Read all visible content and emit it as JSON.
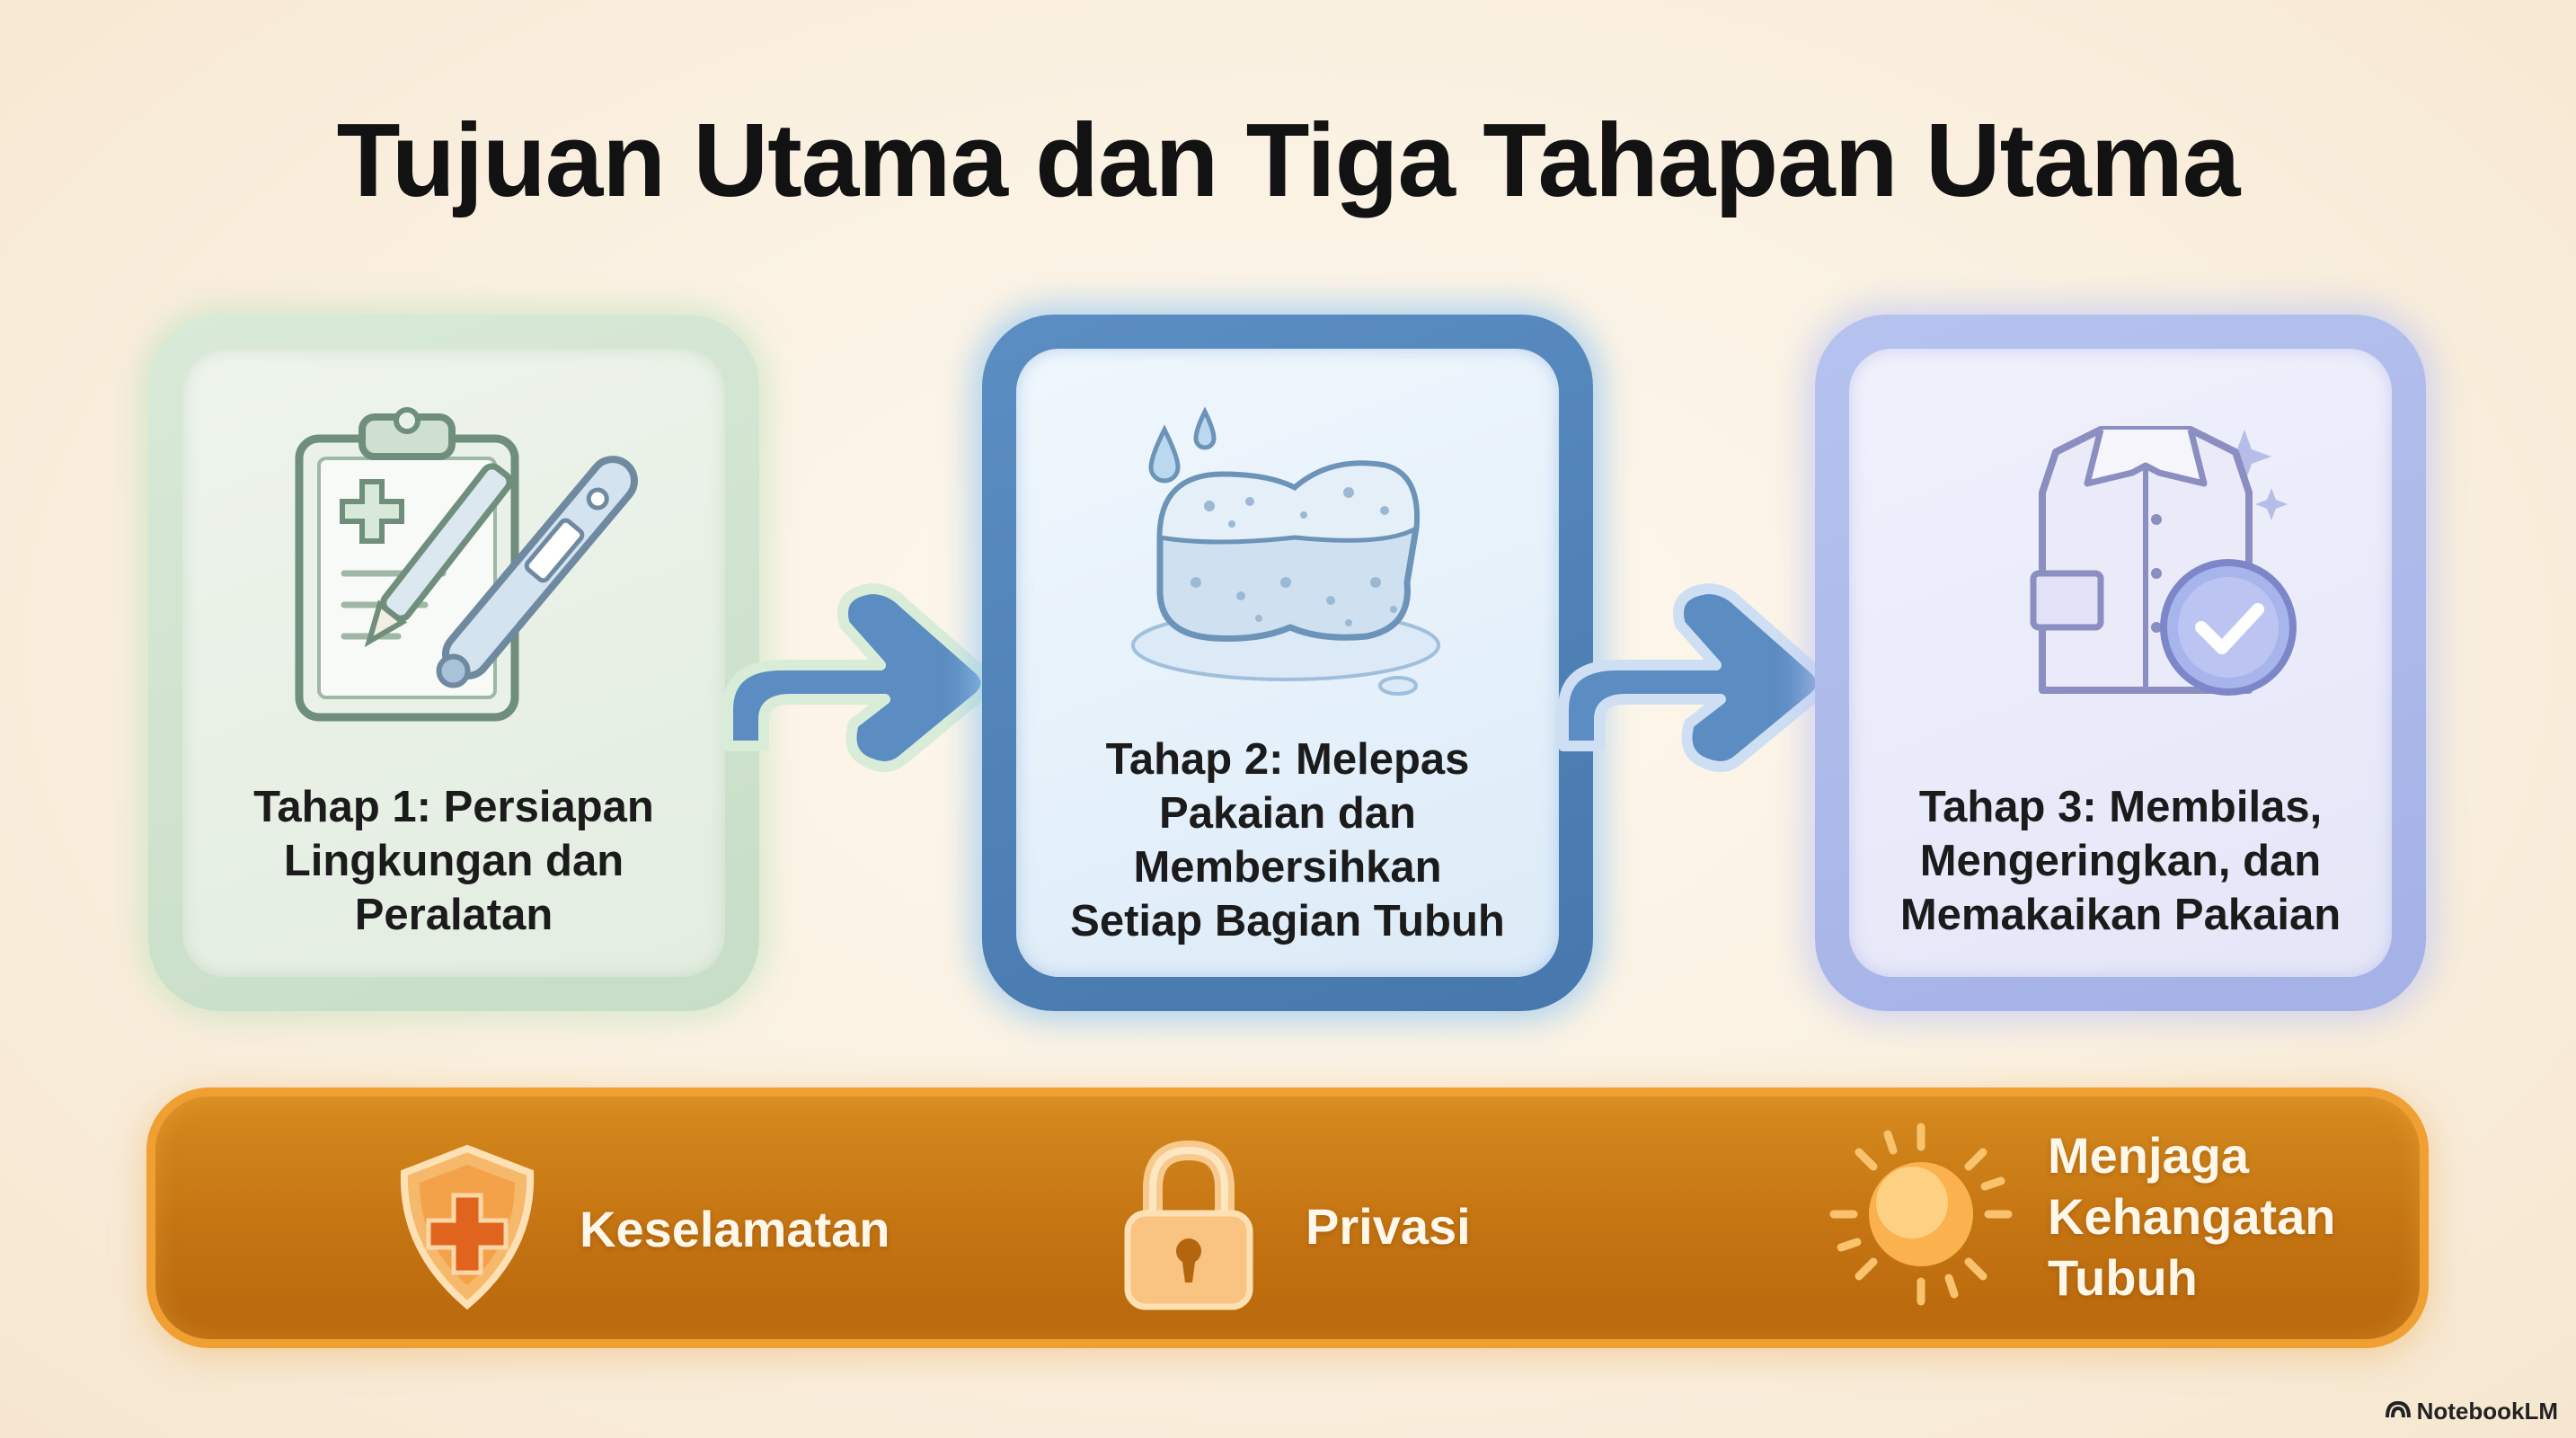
{
  "title": "Tujuan Utama dan Tiga Tahapan Utama",
  "stages": [
    {
      "label_lines": [
        "Tahap 1: Persiapan",
        "Lingkungan dan",
        "Peralatan"
      ],
      "icon": "clipboard-thermometer-icon",
      "color": "#cfe4cd"
    },
    {
      "label_lines": [
        "Tahap 2: Melepas",
        "Pakaian dan",
        "Membersihkan",
        "Setiap Bagian Tubuh"
      ],
      "icon": "sponge-icon",
      "color": "#4f82b8"
    },
    {
      "label_lines": [
        "Tahap 3: Membilas,",
        "Mengeringkan, dan",
        "Memakaikan Pakaian"
      ],
      "icon": "shirt-check-icon",
      "color": "#aab6e9"
    }
  ],
  "goals": {
    "items": [
      {
        "label_lines": [
          "Keselamatan"
        ],
        "icon": "shield-cross-icon"
      },
      {
        "label_lines": [
          "Privasi"
        ],
        "icon": "padlock-icon"
      },
      {
        "label_lines": [
          "Menjaga",
          "Kehangatan",
          "Tubuh"
        ],
        "icon": "sun-icon"
      }
    ],
    "color": "#c47412"
  },
  "brand": {
    "name": "NotebookLM"
  }
}
